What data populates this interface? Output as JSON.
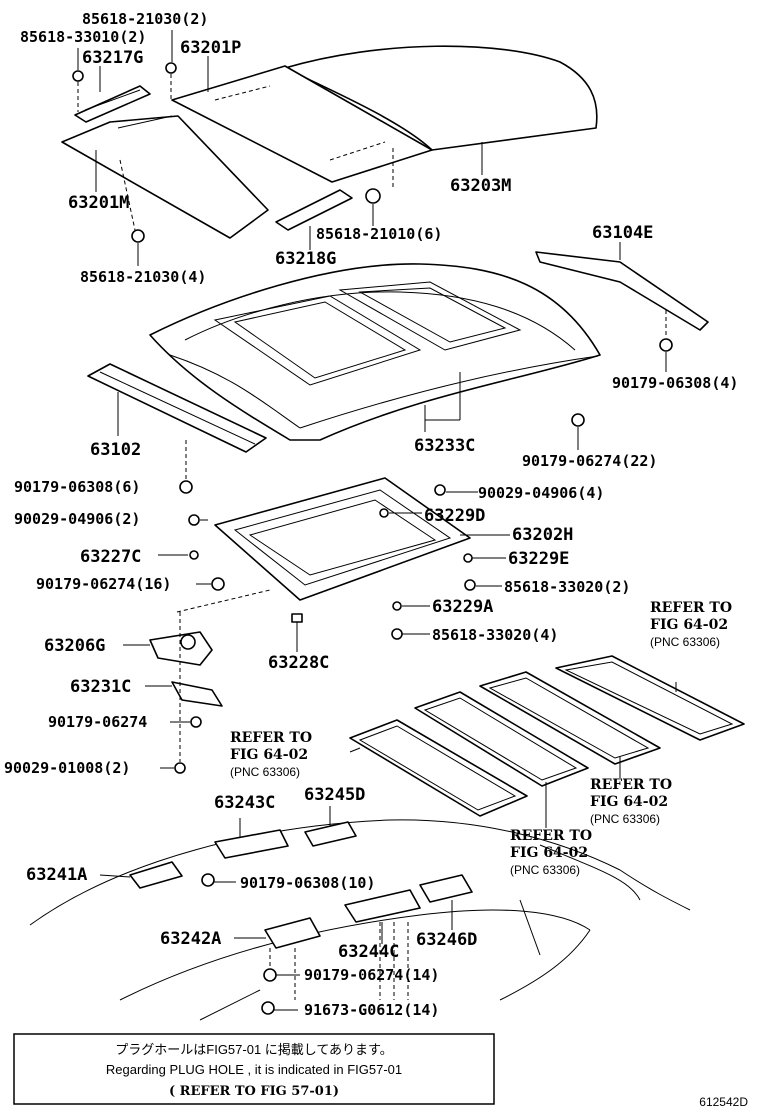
{
  "labels": {
    "p1": "85618-21030(2)",
    "p2": "85618-33010(2)",
    "p3": "63217G",
    "p4": "63201P",
    "p5": "63203M",
    "p6": "63201M",
    "p7": "85618-21010(6)",
    "p8": "63218G",
    "p9": "85618-21030(4)",
    "p10": "63104E",
    "p11": "90179-06308(4)",
    "p12": "63102",
    "p13": "63233C",
    "p14": "90179-06274(22)",
    "p15": "90179-06308(6)",
    "p16": "90029-04906(4)",
    "p17": "63229D",
    "p18": "90029-04906(2)",
    "p19": "63202H",
    "p20": "63227C",
    "p21": "63229E",
    "p22": "90179-06274(16)",
    "p23": "85618-33020(2)",
    "p24": "63229A",
    "p25": "85618-33020(4)",
    "p26": "63206G",
    "p27": "63228C",
    "p28": "63231C",
    "p29": "90179-06274",
    "p30": "90029-01008(2)",
    "p31": "63243C",
    "p32": "63245D",
    "p33": "63241A",
    "p34": "90179-06308(10)",
    "p35": "63242A",
    "p36": "63244C",
    "p37": "63246D",
    "p38": "90179-06274(14)",
    "p39": "91673-G0612(14)"
  },
  "refs": {
    "r1": {
      "line1": "REFER TO",
      "line2": "FIG 64-02",
      "pnc": "(PNC 63306)"
    },
    "r2": {
      "line1": "REFER TO",
      "line2": "FIG 64-02",
      "pnc": "(PNC 63306)"
    },
    "r3": {
      "line1": "REFER TO",
      "line2": "FIG 64-02",
      "pnc": "(PNC 63306)"
    },
    "r4": {
      "line1": "REFER TO",
      "line2": "FIG 64-02",
      "pnc": "(PNC 63306)"
    }
  },
  "note": {
    "line1": "プラグホールはFIG57-01 に掲載してあります。",
    "line2": "Regarding PLUG HOLE , it is indicated in FIG57-01",
    "line3": "( REFER TO FIG 57-01)"
  },
  "figure_id": "612542D"
}
